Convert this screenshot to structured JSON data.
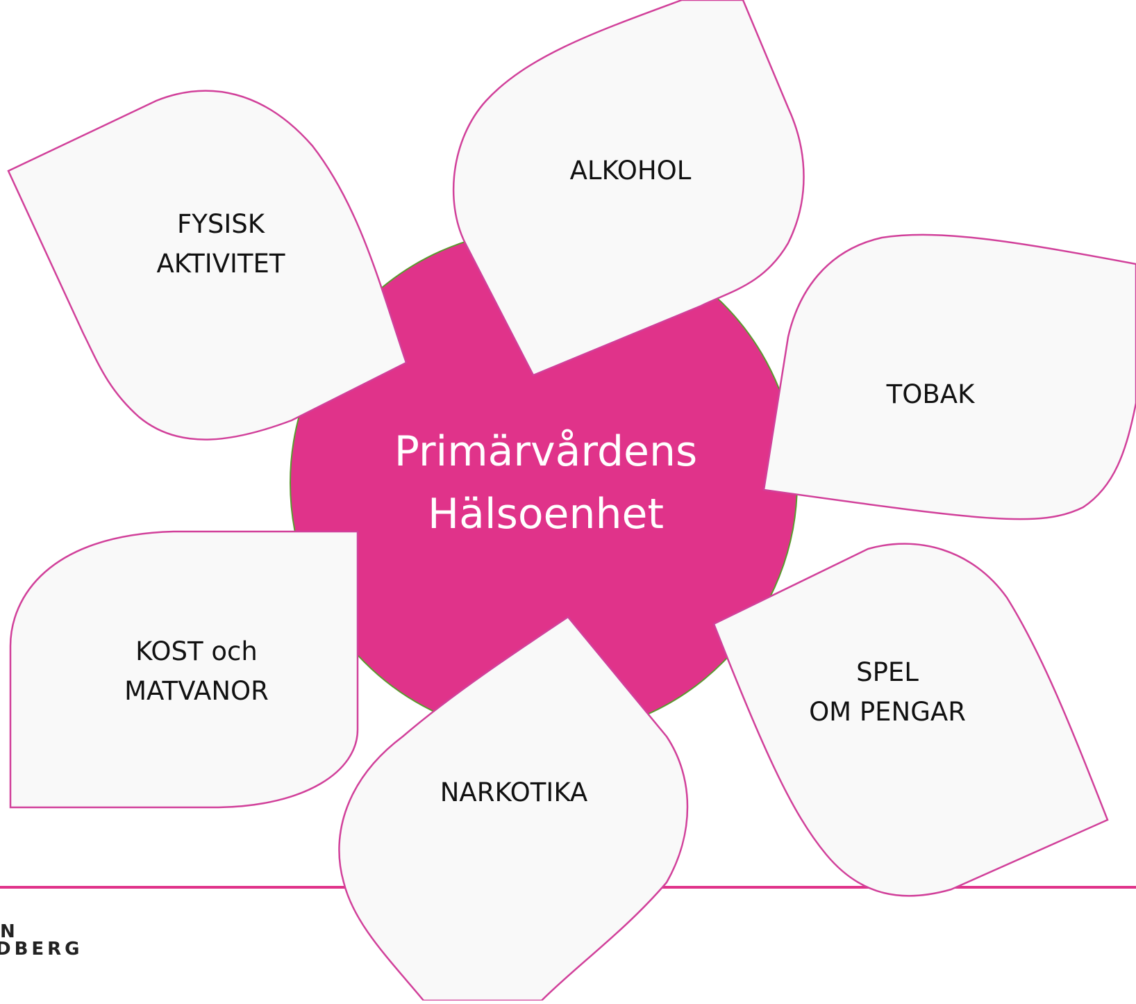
{
  "center": {
    "line1": "Primärvårdens",
    "line2": "Hälsoenhet",
    "fill_color": "#e0338a",
    "stroke_color": "#5a9a2e"
  },
  "petals": {
    "alkohol": "ALKOHOL",
    "fysisk_line1": "FYSISK",
    "fysisk_line2": "AKTIVITET",
    "tobak": "TOBAK",
    "kost_line1": "KOST och",
    "kost_line2": "MATVANOR",
    "narkotika": "NARKOTIKA",
    "spel_line1": "SPEL",
    "spel_line2": "OM PENGAR",
    "fill_color": "#f9f9f9",
    "border_color": "#d1409a"
  },
  "footer": {
    "line_color": "#e0338a",
    "logo_line1": "N",
    "logo_line2": "DBERG"
  }
}
